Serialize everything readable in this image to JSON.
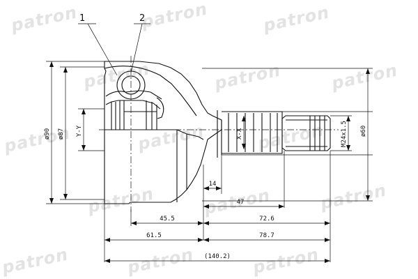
{
  "watermark": "patron",
  "callouts": {
    "c1": "1",
    "c2": "2"
  },
  "dims": {
    "d90": "ø90",
    "d87": "ø87",
    "yy": "Y-Y",
    "xx": "X-X",
    "thread": "M24x1.5",
    "d60": "ø60",
    "d14": "14",
    "d47": "47",
    "d45_5": "45.5",
    "d72_6": "72.6",
    "d61_5": "61.5",
    "d78_7": "78.7",
    "d140_2": "(140.2)"
  },
  "colors": {
    "line": "#111111",
    "watermark": "#e3e3e3"
  }
}
